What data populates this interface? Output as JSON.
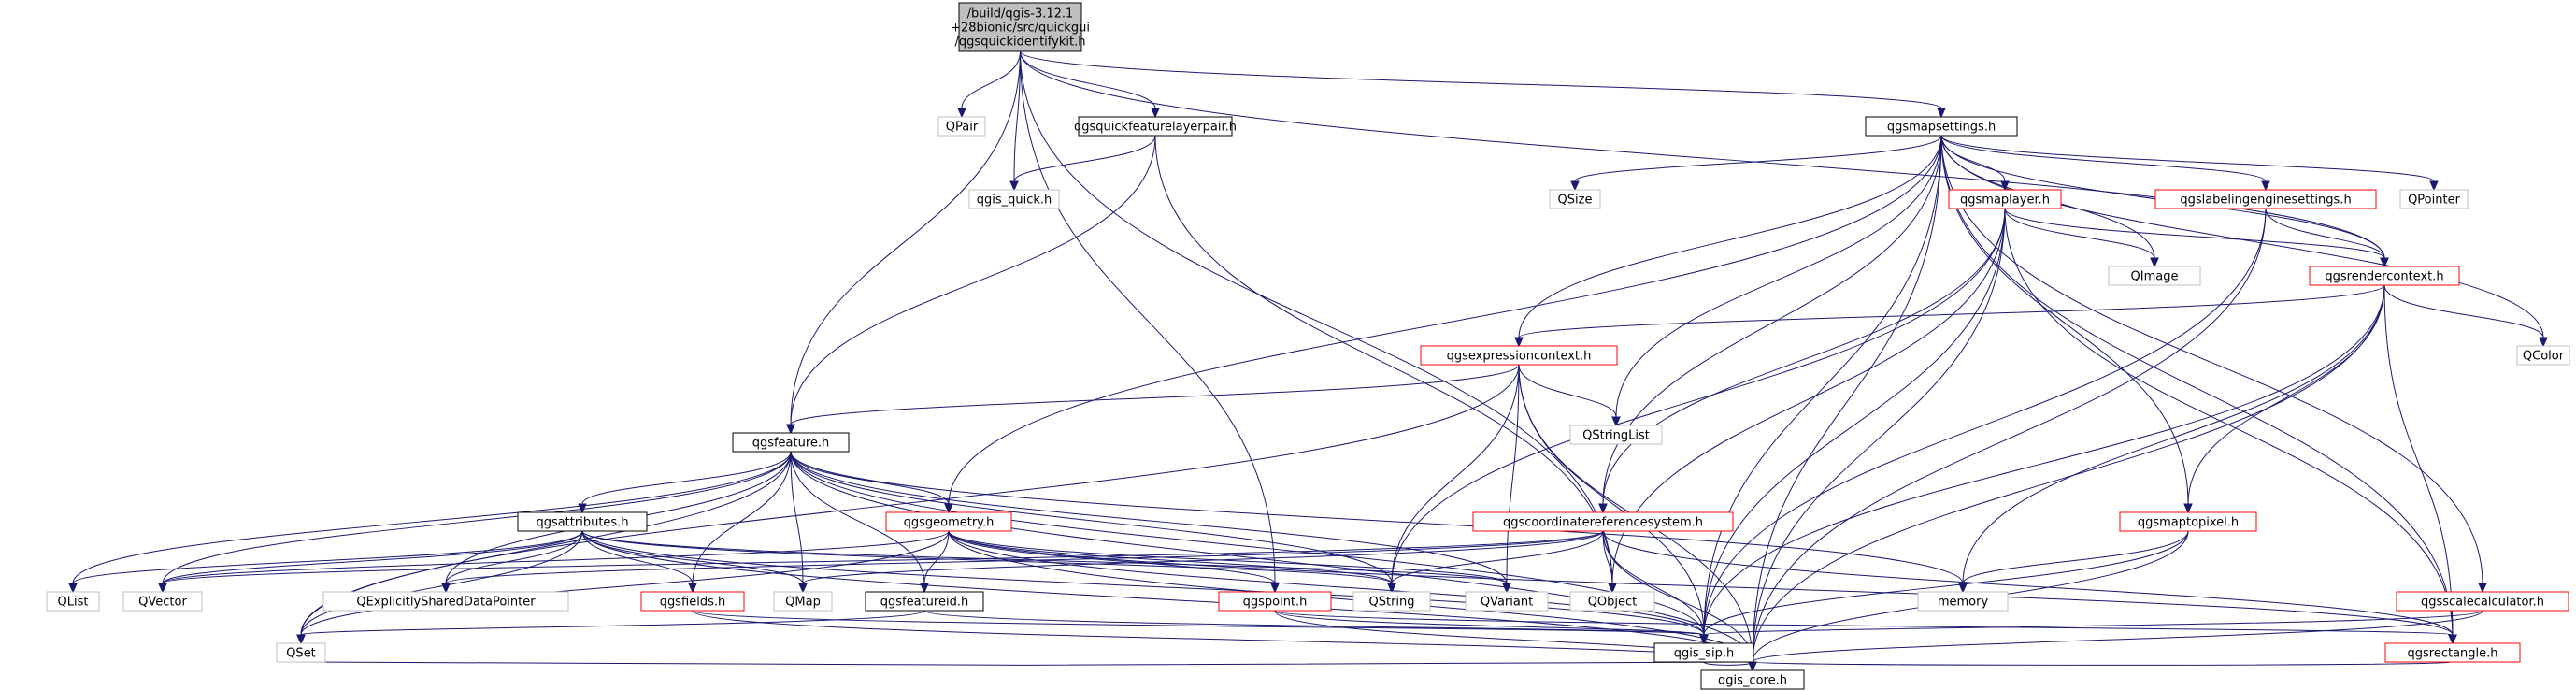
{
  "colors": {
    "root_fill": "#bfbfbf",
    "normal_border": "#000000",
    "red_border": "#ff0000",
    "grey_border": "#bfbfbf",
    "text": "#000000",
    "edge": "#191970"
  },
  "nodes": [
    {
      "id": "root",
      "kind": "root",
      "lines": [
        "/build/qgis-3.12.1",
        "+28bionic/src/quickgui",
        "/qgsquickidentifykit.h"
      ]
    },
    {
      "id": "qpair",
      "kind": "grey",
      "lines": [
        "QPair"
      ]
    },
    {
      "id": "qgsquickfeaturelayerpair",
      "kind": "normal",
      "lines": [
        "qgsquickfeaturelayerpair.h"
      ]
    },
    {
      "id": "qgis_quick",
      "kind": "grey",
      "lines": [
        "qgis_quick.h"
      ]
    },
    {
      "id": "qgsmapsettings",
      "kind": "normal",
      "lines": [
        "qgsmapsettings.h"
      ]
    },
    {
      "id": "qsize",
      "kind": "grey",
      "lines": [
        "QSize"
      ]
    },
    {
      "id": "qgsmaplayer",
      "kind": "red",
      "lines": [
        "qgsmaplayer.h"
      ]
    },
    {
      "id": "qgslabelingenginesettings",
      "kind": "red",
      "lines": [
        "qgslabelingenginesettings.h"
      ]
    },
    {
      "id": "qpointer",
      "kind": "grey",
      "lines": [
        "QPointer"
      ]
    },
    {
      "id": "qimage",
      "kind": "grey",
      "lines": [
        "QImage"
      ]
    },
    {
      "id": "qgsrendercontext",
      "kind": "red",
      "lines": [
        "qgsrendercontext.h"
      ]
    },
    {
      "id": "qcolor",
      "kind": "grey",
      "lines": [
        "QColor"
      ]
    },
    {
      "id": "qgsexpressioncontext",
      "kind": "red",
      "lines": [
        "qgsexpressioncontext.h"
      ]
    },
    {
      "id": "qstringlist",
      "kind": "grey",
      "lines": [
        "QStringList"
      ]
    },
    {
      "id": "qgsfeature",
      "kind": "normal",
      "lines": [
        "qgsfeature.h"
      ]
    },
    {
      "id": "qgsattributes",
      "kind": "normal",
      "lines": [
        "qgsattributes.h"
      ]
    },
    {
      "id": "qgsgeometry",
      "kind": "red",
      "lines": [
        "qgsgeometry.h"
      ]
    },
    {
      "id": "qgscoordinatereferencesystem",
      "kind": "red",
      "lines": [
        "qgscoordinatereferencesystem.h"
      ]
    },
    {
      "id": "qgsmaptopixel",
      "kind": "red",
      "lines": [
        "qgsmaptopixel.h"
      ]
    },
    {
      "id": "qgsscalecalculator",
      "kind": "red",
      "lines": [
        "qgsscalecalculator.h"
      ]
    },
    {
      "id": "qlist",
      "kind": "grey",
      "lines": [
        "QList"
      ]
    },
    {
      "id": "qvector",
      "kind": "grey",
      "lines": [
        "QVector"
      ]
    },
    {
      "id": "qexplicitlyshareddatapointer",
      "kind": "grey",
      "lines": [
        "QExplicitlySharedDataPointer"
      ]
    },
    {
      "id": "qgsfields",
      "kind": "red",
      "lines": [
        "qgsfields.h"
      ]
    },
    {
      "id": "qmap",
      "kind": "grey",
      "lines": [
        "QMap"
      ]
    },
    {
      "id": "qgsfeatureid",
      "kind": "normal",
      "lines": [
        "qgsfeatureid.h"
      ]
    },
    {
      "id": "qgspoint",
      "kind": "red",
      "lines": [
        "qgspoint.h"
      ]
    },
    {
      "id": "qstring",
      "kind": "grey",
      "lines": [
        "QString"
      ]
    },
    {
      "id": "qvariant",
      "kind": "grey",
      "lines": [
        "QVariant"
      ]
    },
    {
      "id": "qobject",
      "kind": "grey",
      "lines": [
        "QObject"
      ]
    },
    {
      "id": "memory",
      "kind": "grey",
      "lines": [
        "memory"
      ]
    },
    {
      "id": "qset",
      "kind": "grey",
      "lines": [
        "QSet"
      ]
    },
    {
      "id": "qgis_sip",
      "kind": "normal",
      "lines": [
        "qgis_sip.h"
      ]
    },
    {
      "id": "qgsrectangle",
      "kind": "red",
      "lines": [
        "qgsrectangle.h"
      ]
    },
    {
      "id": "qgis_core",
      "kind": "normal",
      "lines": [
        "qgis_core.h"
      ]
    }
  ],
  "edges": [
    [
      "root",
      "qpair"
    ],
    [
      "root",
      "qgsquickfeaturelayerpair"
    ],
    [
      "root",
      "qgis_quick"
    ],
    [
      "root",
      "qgsmapsettings"
    ],
    [
      "root",
      "qgsfeature"
    ],
    [
      "root",
      "qgspoint"
    ],
    [
      "root",
      "qobject"
    ],
    [
      "root",
      "qgsrendercontext"
    ],
    [
      "qgsquickfeaturelayerpair",
      "qgis_quick"
    ],
    [
      "qgsquickfeaturelayerpair",
      "qgsfeature"
    ],
    [
      "qgsquickfeaturelayerpair",
      "qobject"
    ],
    [
      "qgsmapsettings",
      "qsize"
    ],
    [
      "qgsmapsettings",
      "qgsmaplayer"
    ],
    [
      "qgsmapsettings",
      "qgslabelingenginesettings"
    ],
    [
      "qgsmapsettings",
      "qpointer"
    ],
    [
      "qgsmapsettings",
      "qimage"
    ],
    [
      "qgsmapsettings",
      "qgsrendercontext"
    ],
    [
      "qgsmapsettings",
      "qcolor"
    ],
    [
      "qgsmapsettings",
      "qgsexpressioncontext"
    ],
    [
      "qgsmapsettings",
      "qstringlist"
    ],
    [
      "qgsmapsettings",
      "qgsgeometry"
    ],
    [
      "qgsmapsettings",
      "qgscoordinatereferencesystem"
    ],
    [
      "qgsmapsettings",
      "qgsmaptopixel"
    ],
    [
      "qgsmapsettings",
      "qgsscalecalculator"
    ],
    [
      "qgsmapsettings",
      "qgis_sip"
    ],
    [
      "qgsmapsettings",
      "qgsrectangle"
    ],
    [
      "qgsmapsettings",
      "qgis_core"
    ],
    [
      "qgsmaplayer",
      "qimage"
    ],
    [
      "qgsmaplayer",
      "qgsrendercontext"
    ],
    [
      "qgsmaplayer",
      "qgscoordinatereferencesystem"
    ],
    [
      "qgsmaplayer",
      "qobject"
    ],
    [
      "qgsmaplayer",
      "qgis_sip"
    ],
    [
      "qgsmaplayer",
      "qgsrectangle"
    ],
    [
      "qgsmaplayer",
      "qgis_core"
    ],
    [
      "qgsmaplayer",
      "qstring"
    ],
    [
      "qgslabelingenginesettings",
      "qgsrendercontext"
    ],
    [
      "qgslabelingenginesettings",
      "qgis_sip"
    ],
    [
      "qgslabelingenginesettings",
      "qgis_core"
    ],
    [
      "qgsrendercontext",
      "qcolor"
    ],
    [
      "qgsrendercontext",
      "qgsexpressioncontext"
    ],
    [
      "qgsrendercontext",
      "qgsmaptopixel"
    ],
    [
      "qgsrendercontext",
      "memory"
    ],
    [
      "qgsrendercontext",
      "qgis_sip"
    ],
    [
      "qgsrendercontext",
      "qgsrectangle"
    ],
    [
      "qgsrendercontext",
      "qgis_core"
    ],
    [
      "qgsexpressioncontext",
      "qstringlist"
    ],
    [
      "qgsexpressioncontext",
      "qgsfeature"
    ],
    [
      "qgsexpressioncontext",
      "qset"
    ],
    [
      "qgsexpressioncontext",
      "qstring"
    ],
    [
      "qgsexpressioncontext",
      "qvariant"
    ],
    [
      "qgsexpressioncontext",
      "qgis_sip"
    ],
    [
      "qgsexpressioncontext",
      "qgis_core"
    ],
    [
      "qgsfeature",
      "qgsattributes"
    ],
    [
      "qgsfeature",
      "qgsgeometry"
    ],
    [
      "qgsfeature",
      "qlist"
    ],
    [
      "qgsfeature",
      "qvector"
    ],
    [
      "qgsfeature",
      "qexplicitlyshareddatapointer"
    ],
    [
      "qgsfeature",
      "qgsfields"
    ],
    [
      "qgsfeature",
      "qmap"
    ],
    [
      "qgsfeature",
      "qgsfeatureid"
    ],
    [
      "qgsfeature",
      "qstring"
    ],
    [
      "qgsfeature",
      "qvariant"
    ],
    [
      "qgsfeature",
      "memory"
    ],
    [
      "qgsfeature",
      "qset"
    ],
    [
      "qgsfeature",
      "qgis_sip"
    ],
    [
      "qgsfeature",
      "qgis_core"
    ],
    [
      "qgsattributes",
      "qlist"
    ],
    [
      "qgsattributes",
      "qvector"
    ],
    [
      "qgsattributes",
      "qexplicitlyshareddatapointer"
    ],
    [
      "qgsattributes",
      "qgsfields"
    ],
    [
      "qgsattributes",
      "qmap"
    ],
    [
      "qgsattributes",
      "qstring"
    ],
    [
      "qgsattributes",
      "qvariant"
    ],
    [
      "qgsattributes",
      "qset"
    ],
    [
      "qgsattributes",
      "qgis_sip"
    ],
    [
      "qgsattributes",
      "qgis_core"
    ],
    [
      "qgsgeometry",
      "qvector"
    ],
    [
      "qgsgeometry",
      "qgsfeatureid"
    ],
    [
      "qgsgeometry",
      "qgspoint"
    ],
    [
      "qgsgeometry",
      "qstring"
    ],
    [
      "qgsgeometry",
      "qvariant"
    ],
    [
      "qgsgeometry",
      "qset"
    ],
    [
      "qgsgeometry",
      "qgis_sip"
    ],
    [
      "qgsgeometry",
      "qgsrectangle"
    ],
    [
      "qgsgeometry",
      "qgis_core"
    ],
    [
      "qgscoordinatereferencesystem",
      "qvector"
    ],
    [
      "qgscoordinatereferencesystem",
      "qexplicitlyshareddatapointer"
    ],
    [
      "qgscoordinatereferencesystem",
      "qmap"
    ],
    [
      "qgscoordinatereferencesystem",
      "qstring"
    ],
    [
      "qgscoordinatereferencesystem",
      "qobject"
    ],
    [
      "qgscoordinatereferencesystem",
      "qgis_sip"
    ],
    [
      "qgscoordinatereferencesystem",
      "qgsrectangle"
    ],
    [
      "qgscoordinatereferencesystem",
      "qgis_core"
    ],
    [
      "qgsmaptopixel",
      "memory"
    ],
    [
      "qgsmaptopixel",
      "qgis_sip"
    ],
    [
      "qgsmaptopixel",
      "qgis_core"
    ],
    [
      "qgsscalecalculator",
      "qgis_sip"
    ],
    [
      "qgsscalecalculator",
      "qgis_core"
    ],
    [
      "qgsfields",
      "qgis_sip"
    ],
    [
      "qgsfields",
      "qgis_core"
    ],
    [
      "qgsfeatureid",
      "qset"
    ],
    [
      "qgsfeatureid",
      "qgis_sip"
    ],
    [
      "qgspoint",
      "qgis_sip"
    ],
    [
      "qgspoint",
      "qgsrectangle"
    ],
    [
      "qgspoint",
      "qgis_core"
    ],
    [
      "qgis_sip",
      "qgis_core"
    ],
    [
      "qgsrectangle",
      "qgis_core"
    ],
    [
      "qset",
      "qgis_core"
    ]
  ]
}
